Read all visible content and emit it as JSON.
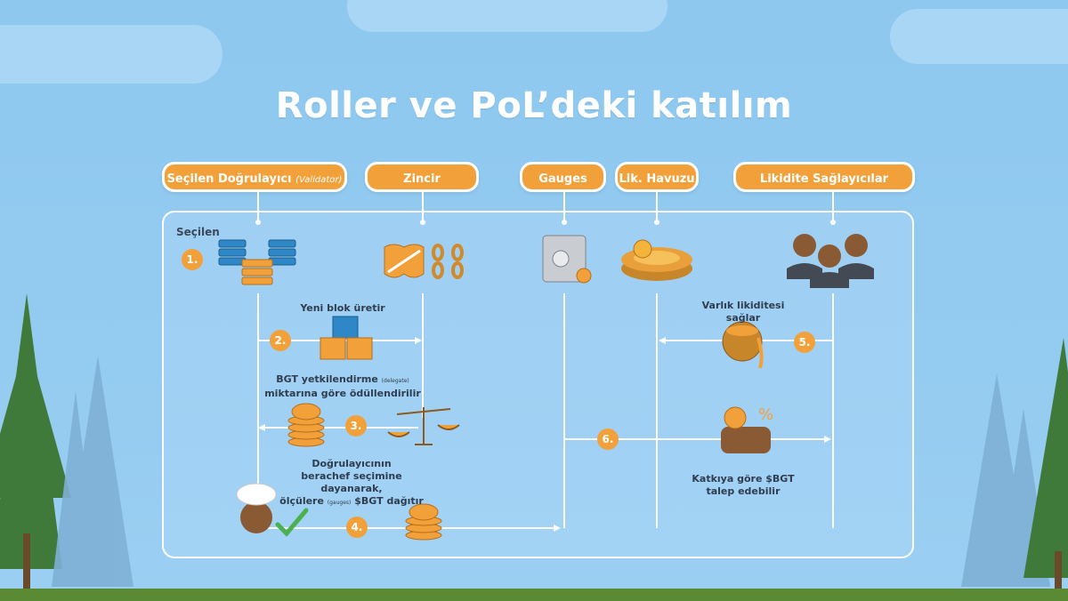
{
  "title": "Roller ve PoL’deki katılım",
  "headers": {
    "validator": "Seçilen Doğrulayıcı",
    "validator_note": "(Validator)",
    "chain": "Zincir",
    "gauges": "Gauges",
    "pool": "Lik. Havuzu",
    "providers": "Likidite Sağlayıcılar"
  },
  "panel_label": "Seçilen",
  "steps": {
    "s1": "1.",
    "s2": "2.",
    "s3": "3.",
    "s4": "4.",
    "s5": "5.",
    "s6": "6."
  },
  "captions": {
    "block": "Yeni blok üretir",
    "reward_line1": "BGT yetkilendirme",
    "reward_tiny": "(delegate)",
    "reward_line2": "miktarına göre ödüllendirilir",
    "dist_line1": "Doğrulayıcının",
    "dist_line2": "berachef seçimine dayanarak,",
    "dist_line3a": "ölçülere",
    "dist_tiny": "(gauges)",
    "dist_line3b": "$BGT dağıtır",
    "liquidity": "Varlık likiditesi sağlar",
    "claim_line1": "Katkıya göre $BGT",
    "claim_line2": "talep edebilir"
  },
  "colors": {
    "accent": "#f2a03a",
    "sky": "#8ec8ef",
    "line": "#ffffff",
    "text": "#2f3d4f"
  }
}
